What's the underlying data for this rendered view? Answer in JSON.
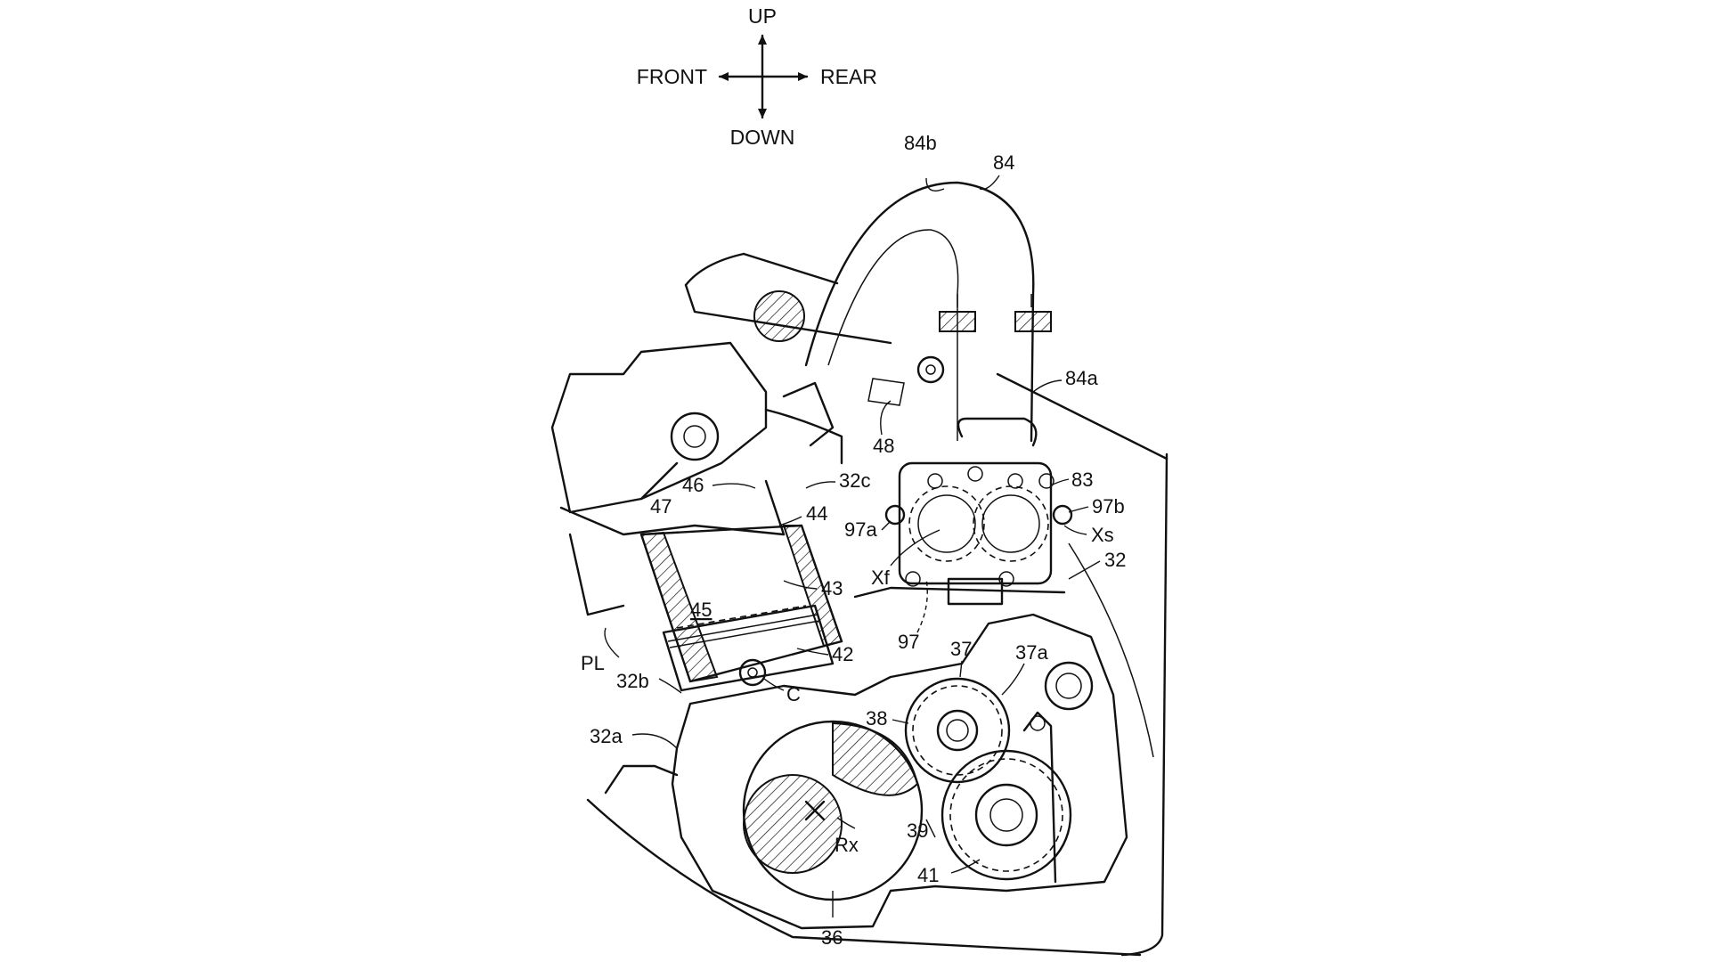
{
  "directions": {
    "up": "UP",
    "down": "DOWN",
    "front": "FRONT",
    "rear": "REAR"
  },
  "labels": {
    "l84b": "84b",
    "l84": "84",
    "l84a": "84a",
    "l48": "48",
    "l83": "83",
    "l97b": "97b",
    "l97a": "97a",
    "lXs": "Xs",
    "lXf": "Xf",
    "l32c": "32c",
    "l46": "46",
    "l47": "47",
    "l44": "44",
    "l43": "43",
    "l45": "45",
    "l32": "32",
    "l97": "97",
    "l37": "37",
    "l37a": "37a",
    "l42": "42",
    "lPL": "PL",
    "l32b": "32b",
    "lC": "C",
    "l38": "38",
    "l32a": "32a",
    "l39": "39",
    "lRx": "Rx",
    "l41": "41",
    "l36": "36"
  }
}
